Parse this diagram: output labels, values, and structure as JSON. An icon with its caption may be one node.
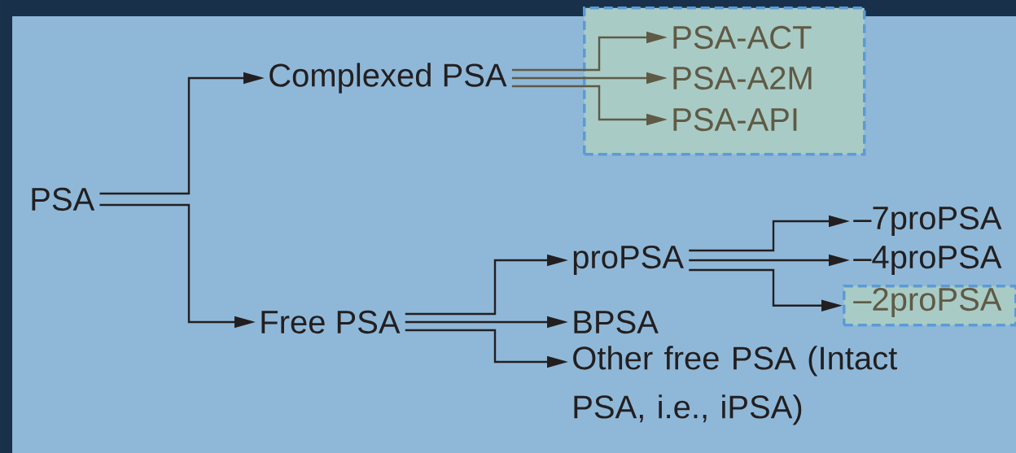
{
  "diagram": {
    "nodes": [
      {
        "text": [
          "PSA"
        ]
      },
      {
        "text": [
          "Complexed PSA"
        ]
      },
      {
        "text": [],
        "shape": "box"
      },
      {
        "text": [
          "PSA-ACT"
        ],
        "in": 2
      },
      {
        "text": [
          "PSA-A2M"
        ],
        "in": 2
      },
      {
        "text": [
          "PSA-API"
        ],
        "in": 2
      },
      {
        "text": [
          "Free PSA"
        ]
      },
      {
        "text": [
          "proPSA"
        ]
      },
      {
        "text": [
          "BPSA"
        ]
      },
      {
        "text": [
          "Other free PSA (Intact PSA, i.e., iPSA)"
        ]
      },
      {
        "text": [
          "–7proPSA"
        ]
      },
      {
        "text": [
          "–4proPSA"
        ]
      },
      {
        "text": [],
        "shape": "box"
      },
      {
        "text": [
          "–2proPSA"
        ],
        "in": 12
      }
    ],
    "edges": [
      {
        "from": 0,
        "to": 1,
        "arrow": "to"
      },
      {
        "from": 0,
        "to": 6,
        "arrow": "to"
      },
      {
        "from": 1,
        "to": 3,
        "arrow": "to",
        "color": "#5f5a45"
      },
      {
        "from": 1,
        "to": 4,
        "arrow": "to",
        "color": "#5f5a45"
      },
      {
        "from": 1,
        "to": 5,
        "arrow": "to",
        "color": "#5f5a45"
      },
      {
        "from": 6,
        "to": 7,
        "arrow": "to"
      },
      {
        "from": 6,
        "to": 8,
        "arrow": "to"
      },
      {
        "from": 6,
        "to": 9,
        "arrow": "to"
      },
      {
        "from": 7,
        "to": 10,
        "arrow": "to"
      },
      {
        "from": 7,
        "to": 11,
        "arrow": "to"
      },
      {
        "from": 7,
        "to": 12,
        "arrow": "to"
      }
    ]
  }
}
